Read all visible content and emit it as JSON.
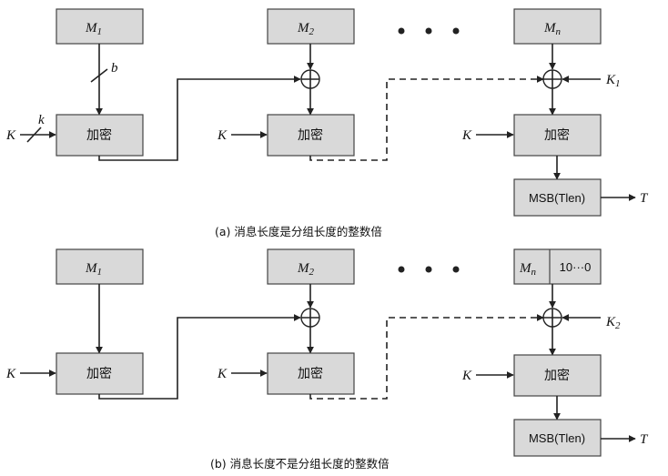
{
  "part_a": {
    "m1_main": "M",
    "m1_sub": "1",
    "m2_main": "M",
    "m2_sub": "2",
    "mn_main": "M",
    "mn_sub": "n",
    "b_label": "b",
    "k_small": "k",
    "key": "K",
    "k1_main": "K",
    "k1_sub": "1",
    "encrypt": "加密",
    "msb": "MSB(Tlen)",
    "t_label": "T",
    "caption": "(a) 消息长度是分组长度的整数倍"
  },
  "part_b": {
    "m1_main": "M",
    "m1_sub": "1",
    "m2_main": "M",
    "m2_sub": "2",
    "mn_main": "M",
    "mn_sub": "n",
    "padding": "10···0",
    "key": "K",
    "k2_main": "K",
    "k2_sub": "2",
    "encrypt": "加密",
    "msb": "MSB(Tlen)",
    "t_label": "T",
    "caption": "(b) 消息长度不是分组长度的整数倍"
  }
}
